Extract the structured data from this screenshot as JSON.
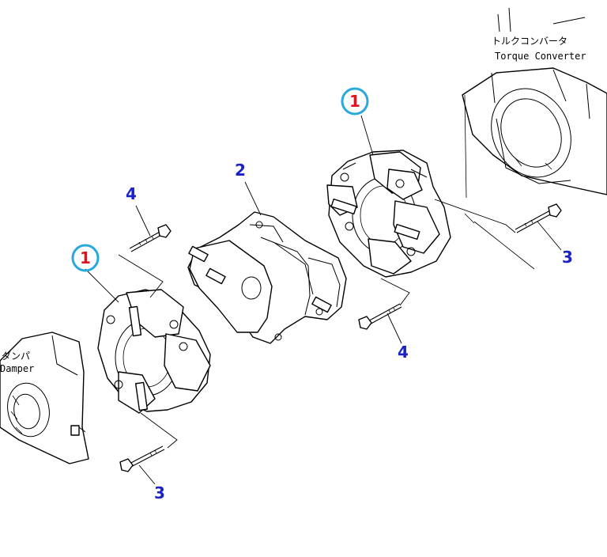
{
  "labels": {
    "torque_converter_jp": "トルクコンバータ",
    "torque_converter_en": "Torque Converter",
    "damper_jp": "ダンパ",
    "damper_en": "Damper"
  },
  "callouts": {
    "part1_top": "1",
    "part1_left": "1",
    "part2": "2",
    "part3_right": "3",
    "part3_bottom": "3",
    "part4_top": "4",
    "part4_middle": "4"
  },
  "colors": {
    "callout_number": "#1a22c8",
    "highlight_number": "#e0141e",
    "highlight_ring": "#28a8dc"
  }
}
